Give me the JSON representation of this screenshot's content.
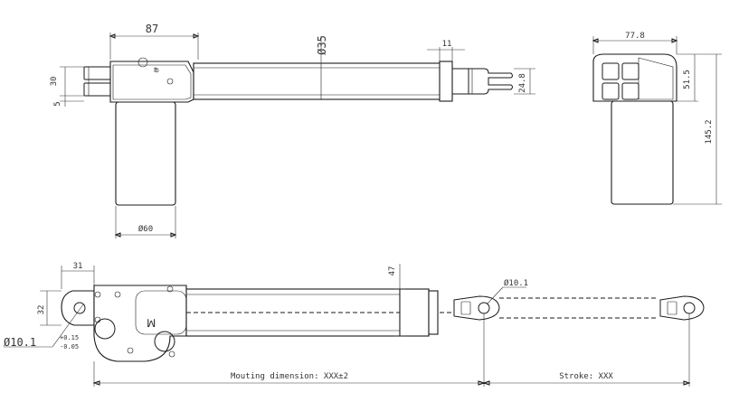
{
  "dimensions": {
    "top_width": "87",
    "rod_diameter": "Ø35",
    "tip_width": "11",
    "rear_height": "30",
    "rear_offset": "5",
    "clevis_height": "24.8",
    "motor_diameter": "Ø60",
    "side_width": "77.8",
    "side_upper": "51.5",
    "side_total": "145.2",
    "bracket_width": "31",
    "bracket_height": "32",
    "tube_height": "47",
    "hole_diameter": "Ø10.1",
    "hole_tolerance_plus": "+0.15",
    "hole_tolerance_minus": "-0.05",
    "front_hole": "Ø10.1"
  },
  "labels": {
    "mounting": "Mouting dimension: XXX±2",
    "stroke": "Stroke: XXX"
  }
}
